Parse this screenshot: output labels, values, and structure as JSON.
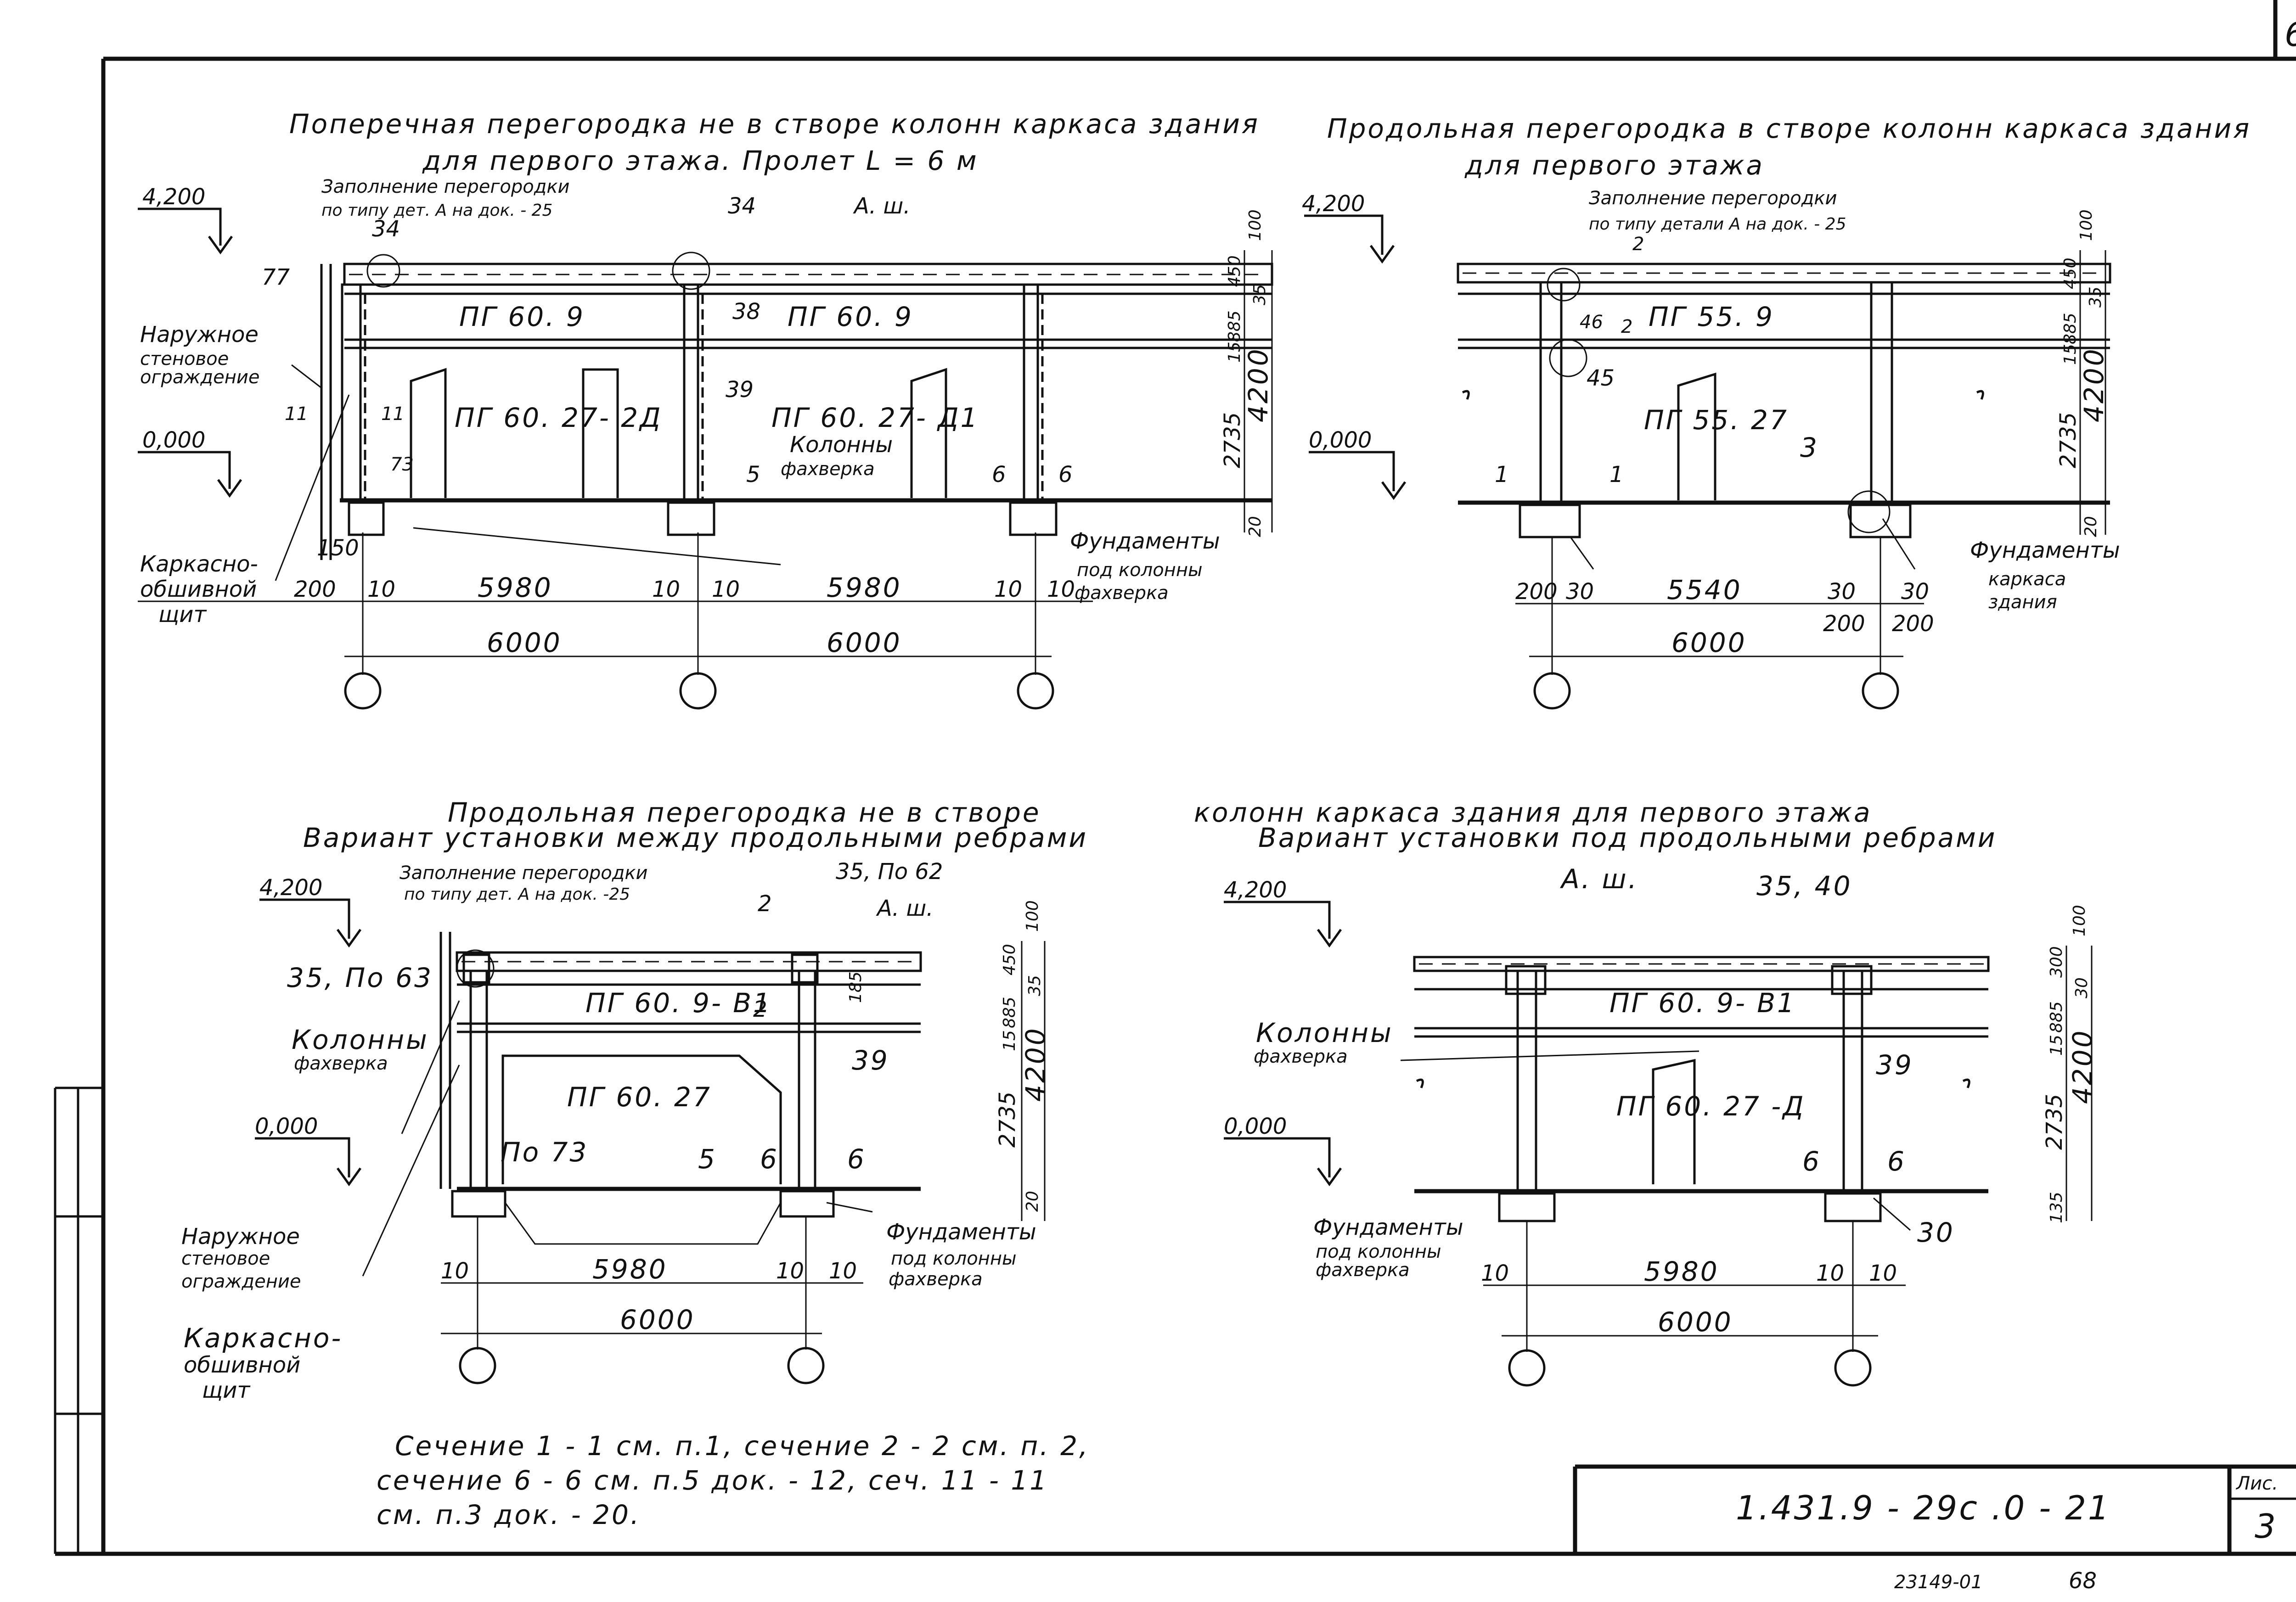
{
  "sheet": {
    "corner_mark": "6",
    "doc_code": "1.431.9 - 29с .0 - 21",
    "sheet_label": "Лис.",
    "sheet_number": "3",
    "archive_number": "23149-01",
    "page_number": "68"
  },
  "notes": [
    "Сечение 1 - 1  см. п.1,  сечение 2 - 2  см. п. 2,",
    "сечение 6 - 6   см. п.5   док.  - 12,  сеч. 11 - 11",
    "см. п.3  док. - 20."
  ],
  "views": {
    "v1": {
      "title": [
        "Поперечная перегородка не в створе колонн каркаса здания",
        "для первого   этажа.   Пролет  L = 6 м"
      ],
      "labels": [
        "4,200",
        "0,000",
        "Заполнение  перегородки",
        "по типу дет. А на док. - 25",
        "34",
        "34",
        "А. ш.",
        "77",
        "38",
        "39",
        "73",
        "5",
        "6",
        "6",
        "11",
        "11",
        "ПГ 60. 9",
        "ПГ 60. 9",
        "ПГ 60. 27- 2Д",
        "ПГ 60. 27- Д1",
        "Колонны",
        "фахверка",
        "Наружное",
        "стеновое",
        "ограждение",
        "Каркасно-",
        "обшивной",
        "щит",
        "150",
        "200",
        "10",
        "5980",
        "10",
        "10",
        "5980",
        "10",
        "10",
        "6000",
        "6000",
        "Фундаменты",
        "под колонны",
        "фахверка",
        "100",
        "450",
        "35",
        "885",
        "15",
        "2735",
        "4200",
        "20"
      ]
    },
    "v2": {
      "title": [
        "Продольная перегородка в створе колонн каркаса здания",
        "для  первого    этажа"
      ],
      "labels": [
        "4,200",
        "0,000",
        "Заполнение  перегородки",
        "по типу детали А на док. - 25",
        "2",
        "2",
        "46",
        "45",
        "3",
        "1",
        "1",
        "ПГ 55. 9",
        "ПГ 55. 27",
        "Фундаменты",
        "каркаса",
        "здания",
        "200",
        "30",
        "5540",
        "30",
        "30",
        "200",
        "200",
        "6000",
        "100",
        "450",
        "35",
        "885",
        "15",
        "2735",
        "4200",
        "20"
      ]
    },
    "v3": {
      "title": [
        "Продольная   перегородка   не   в   створе",
        "Вариант установки между продольными ребрами"
      ],
      "labels": [
        "4,200",
        "0,000",
        "Заполнение  перегородки",
        "по типу  дет. А на док. -25",
        "2",
        "2",
        "35, По 62",
        "35, По 63",
        "А. ш.",
        "185",
        "39",
        "По 73",
        "5",
        "6",
        "6",
        "ПГ 60. 9- В1",
        "ПГ 60. 27",
        "Колонны",
        "фахверка",
        "Наружное",
        "стеновое",
        "ограждение",
        "Каркасно-",
        "обшивной",
        "щит",
        "Фундаменты",
        "под колонны",
        "фахверка",
        "10",
        "5980",
        "10",
        "10",
        "6000",
        "100",
        "450",
        "35",
        "885",
        "15",
        "2735",
        "4200",
        "20"
      ]
    },
    "v4": {
      "title": [
        "колонн   каркаса  здания  для  первого  этажа",
        "Вариант  установки  под  продольными  ребрами"
      ],
      "labels": [
        "4,200",
        "0,000",
        "А. ш.",
        "35, 40",
        "39",
        "6",
        "6",
        "30",
        "ПГ 60. 9- В1",
        "ПГ 60. 27 -Д",
        "Колонны",
        "фахверка",
        "Фундаменты",
        "под колонны",
        "фахверка",
        "10",
        "5980",
        "10",
        "10",
        "6000",
        "100",
        "300",
        "30",
        "885",
        "15",
        "2735",
        "4200",
        "135"
      ]
    }
  }
}
